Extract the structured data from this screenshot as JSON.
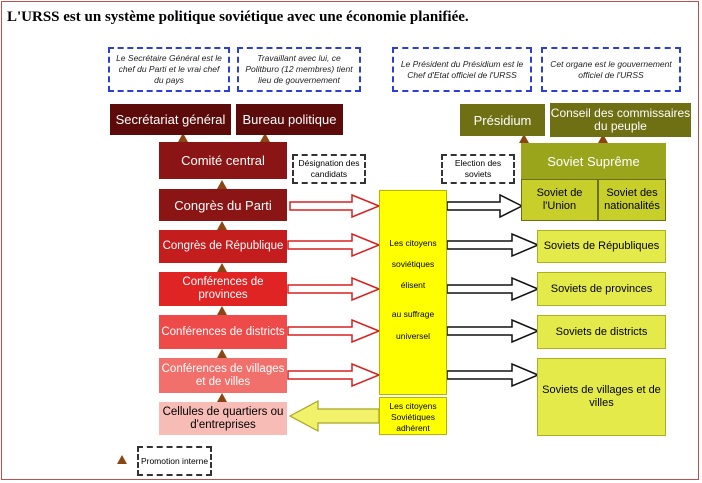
{
  "title": "L'URSS est un système politique soviétique avec une économie planifiée.",
  "notes": [
    "Le Secrétaire Général est le chef du Parti et le vrai chef du pays",
    "Travaillant avec lui, ce Politburo (12 membres) tient lieu de gouvernement",
    "Le Président du Présidium est le Chef d'Etat officiel de l'URSS",
    "Cet organe est le gouvernement officiel de l'URSS"
  ],
  "party": {
    "secretariat": "Secrétariat général",
    "bureau": "Bureau politique",
    "comite": "Comité central",
    "congres": "Congrès du Parti",
    "congres_rep": "Congrès de République",
    "conf_prov": "Conférences de provinces",
    "conf_dist": "Conférences de districts",
    "conf_vill": "Conférences de villages et de villes",
    "cellules": "Cellules de quartiers ou d'entreprises"
  },
  "labels": {
    "designation": "Désignation des candidats",
    "election": "Election des soviets",
    "promotion": "Promotion interne"
  },
  "center": {
    "citoyens": [
      "Les citoyens",
      "soviétiques",
      "élisent",
      "au suffrage",
      "universel"
    ],
    "adherent": [
      "Les citoyens",
      "Soviétiques",
      "adhérent"
    ]
  },
  "state": {
    "presidium": "Présidium",
    "conseil": "Conseil des commissaires du peuple",
    "soviet_supreme": "Soviet Suprême",
    "soviet_union": "Soviet de l'Union",
    "soviet_nat": "Soviet des nationalités",
    "soviets_rep": "Soviets de Républiques",
    "soviets_prov": "Soviets de provinces",
    "soviets_dist": "Soviets de districts",
    "soviets_vill": "Soviets de villages et de villes"
  },
  "colors": {
    "note_border": "#2b3fd6",
    "party_dark": "#5c0a0a",
    "state_olive": "#6f6f14",
    "center_yellow": "#ffff00"
  }
}
